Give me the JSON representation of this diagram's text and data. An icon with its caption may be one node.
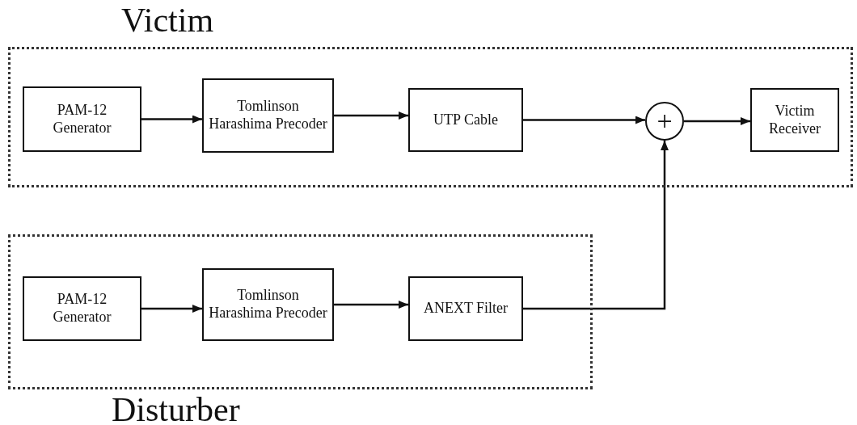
{
  "diagram": {
    "nodes": [
      {
        "text": [
          "Victim"
        ]
      },
      {
        "text": [
          "PAM-12 Generator"
        ],
        "in": 0
      },
      {
        "text": [
          "Tomlinson Harashima Precoder"
        ],
        "in": 0
      },
      {
        "text": [
          "UTP Cable"
        ],
        "in": 0
      },
      {
        "text": [
          "+"
        ],
        "in": 0
      },
      {
        "text": [
          "Victim Receiver"
        ],
        "in": 0
      },
      {
        "text": [
          "Disturber"
        ]
      },
      {
        "text": [
          "PAM-12 Generator"
        ],
        "in": 6
      },
      {
        "text": [
          "Tomlinson Harashima Precoder"
        ],
        "in": 6
      },
      {
        "text": [
          "ANEXT Filter"
        ],
        "in": 6
      }
    ],
    "edges": [
      {
        "from": 1,
        "to": 2,
        "arrow": "to"
      },
      {
        "from": 2,
        "to": 3,
        "arrow": "to"
      },
      {
        "from": 3,
        "to": 4,
        "arrow": "to"
      },
      {
        "from": 4,
        "to": 5,
        "arrow": "to"
      },
      {
        "from": 7,
        "to": 8,
        "arrow": "to"
      },
      {
        "from": 8,
        "to": 9,
        "arrow": "to"
      },
      {
        "from": 9,
        "to": 4,
        "arrow": "to"
      }
    ]
  }
}
